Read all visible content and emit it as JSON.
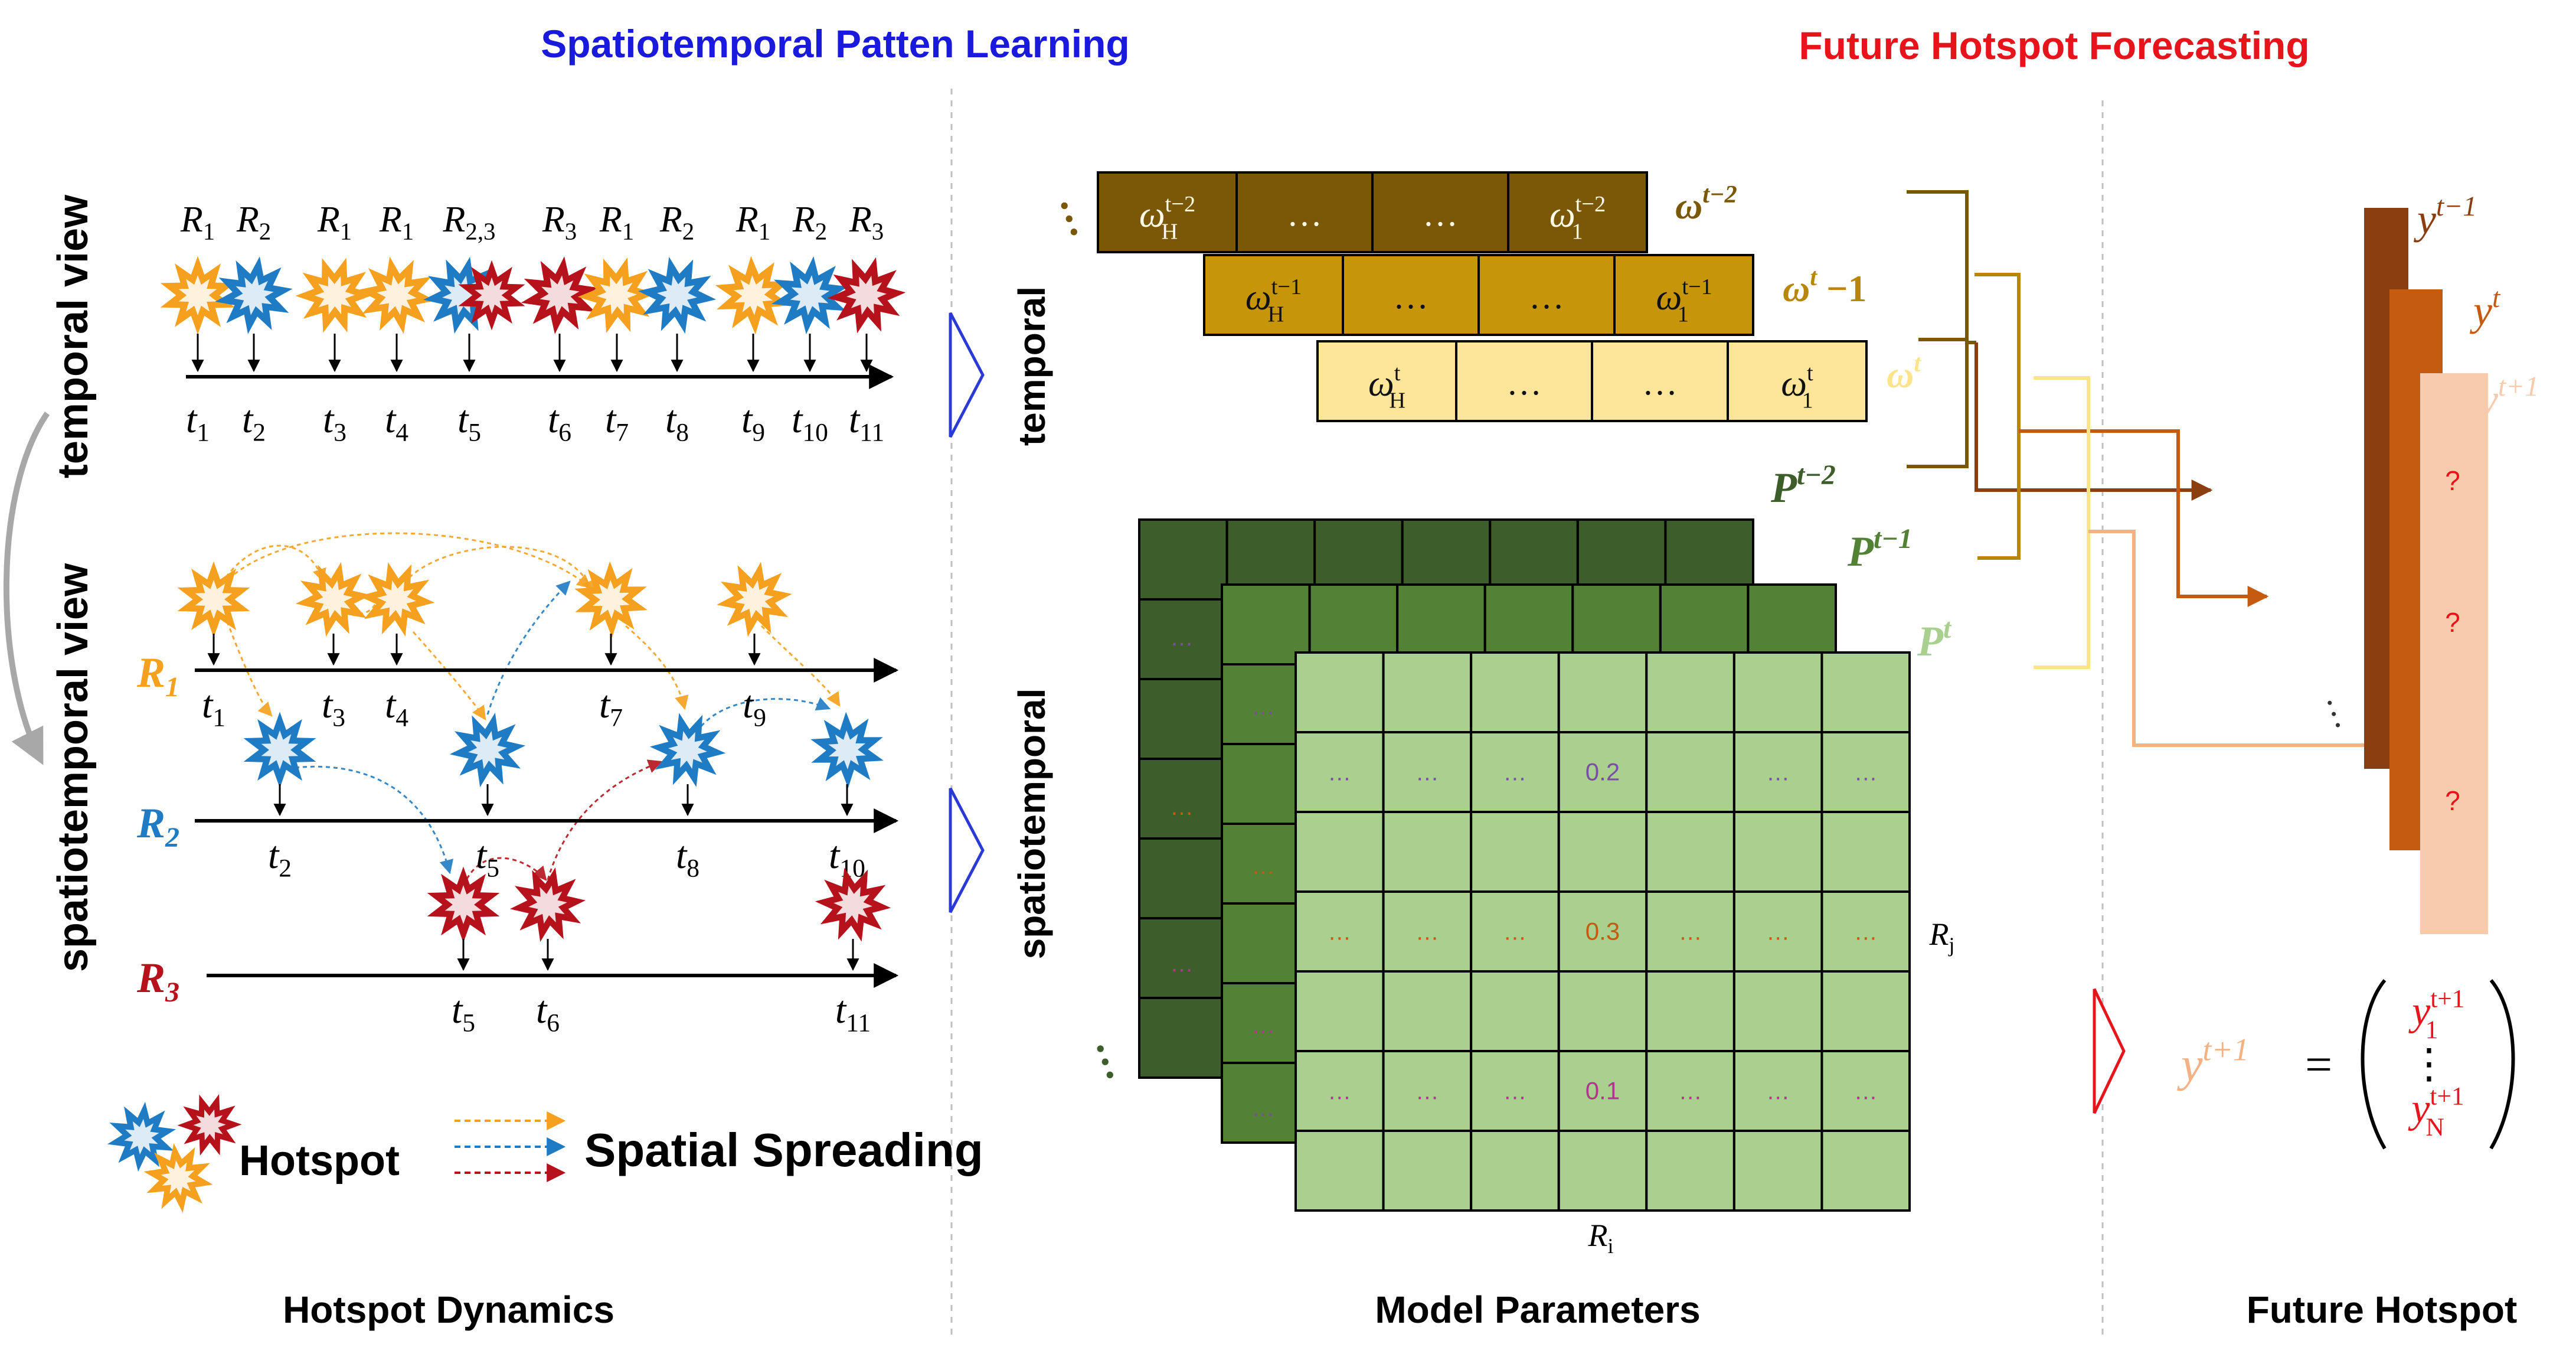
{
  "headings": {
    "left": "Spatiotemporal Patten Learning",
    "right": "Future Hotspot Forecasting"
  },
  "colors": {
    "blue_heading": "#1a1adc",
    "red_heading": "#e8141c",
    "r1_orange": "#f5a01e",
    "r2_blue": "#1f7cc4",
    "r3_red": "#b5121b",
    "omega_dark": "#7a5808",
    "omega_mid": "#c6950a",
    "omega_light": "#fde59a",
    "p_dark": "#3d5e2b",
    "p_mid": "#538135",
    "p_light": "#a9d08e",
    "y_dark": "#8b3e10",
    "y_mid": "#c55a11",
    "y_light": "#f8cbad"
  },
  "temporal_view": {
    "label": "temporal view",
    "events": [
      {
        "region": "R",
        "sub": "1",
        "kind": "r1",
        "time": "t",
        "tsub": "1"
      },
      {
        "region": "R",
        "sub": "2",
        "kind": "r2",
        "time": "t",
        "tsub": "2"
      },
      {
        "region": "R",
        "sub": "1",
        "kind": "r1",
        "time": "t",
        "tsub": "3"
      },
      {
        "region": "R",
        "sub": "1",
        "kind": "r1",
        "time": "t",
        "tsub": "4"
      },
      {
        "region": "R",
        "sub": "2,3",
        "kind": "r23",
        "time": "t",
        "tsub": "5"
      },
      {
        "region": "R",
        "sub": "3",
        "kind": "r3",
        "time": "t",
        "tsub": "6"
      },
      {
        "region": "R",
        "sub": "1",
        "kind": "r1",
        "time": "t",
        "tsub": "7"
      },
      {
        "region": "R",
        "sub": "2",
        "kind": "r2",
        "time": "t",
        "tsub": "8"
      },
      {
        "region": "R",
        "sub": "1",
        "kind": "r1",
        "time": "t",
        "tsub": "9"
      },
      {
        "region": "R",
        "sub": "2",
        "kind": "r2",
        "time": "t",
        "tsub": "10"
      },
      {
        "region": "R",
        "sub": "3",
        "kind": "r3",
        "time": "t",
        "tsub": "11"
      }
    ]
  },
  "spatiotemporal_view": {
    "label": "spatiotemporal view",
    "rows": [
      {
        "region": "R",
        "sub": "1",
        "times": [
          {
            "t": "t",
            "s": "1"
          },
          {
            "t": "t",
            "s": "3"
          },
          {
            "t": "t",
            "s": "4"
          },
          {
            "t": "t",
            "s": "7"
          },
          {
            "t": "t",
            "s": "9"
          }
        ]
      },
      {
        "region": "R",
        "sub": "2",
        "times": [
          {
            "t": "t",
            "s": "2"
          },
          {
            "t": "t",
            "s": "5"
          },
          {
            "t": "t",
            "s": "8"
          },
          {
            "t": "t",
            "s": "10"
          }
        ]
      },
      {
        "region": "R",
        "sub": "3",
        "times": [
          {
            "t": "t",
            "s": "5"
          },
          {
            "t": "t",
            "s": "6"
          },
          {
            "t": "t",
            "s": "11"
          }
        ]
      }
    ]
  },
  "legend": {
    "hotspot": "Hotspot",
    "spreading": "Spatial Spreading"
  },
  "model": {
    "temporal_label": "temporal",
    "spatiotemporal_label": "spatiotemporal",
    "omega_rows": [
      {
        "cells": [
          {
            "b": "ω",
            "sub": "H",
            "sup": "t−2"
          },
          {
            "b": "…"
          },
          {
            "b": "…"
          },
          {
            "b": "ω",
            "sub": "1",
            "sup": "t−2"
          }
        ],
        "label_b": "ω",
        "label_sup": "t−2",
        "label_after": ""
      },
      {
        "cells": [
          {
            "b": "ω",
            "sub": "H",
            "sup": "t−1"
          },
          {
            "b": "…"
          },
          {
            "b": "…"
          },
          {
            "b": "ω",
            "sub": "1",
            "sup": "t−1"
          }
        ],
        "label_b": "ω",
        "label_sup": "t",
        "label_after": " −1"
      },
      {
        "cells": [
          {
            "b": "ω",
            "sub": "H",
            "sup": "t"
          },
          {
            "b": "…"
          },
          {
            "b": "…"
          },
          {
            "b": "ω",
            "sub": "1",
            "sup": "t"
          }
        ],
        "label_b": "ω",
        "label_sup": "t",
        "label_after": ""
      }
    ],
    "omega_leading_ellipsis": "…",
    "p_labels": [
      {
        "b": "P",
        "sup": "t−2"
      },
      {
        "b": "P",
        "sup": "t−1"
      },
      {
        "b": "P",
        "sup": "t"
      }
    ],
    "matrix": {
      "dots": "…",
      "values": [
        "0.2",
        "0.3",
        "0.1"
      ],
      "col_label": {
        "b": "R",
        "sub": "i"
      },
      "row_label": {
        "b": "R",
        "sub": "j"
      }
    },
    "back_dots": "…"
  },
  "forecast": {
    "bars": [
      {
        "b": "y",
        "sup": "t−1"
      },
      {
        "b": "y",
        "sup": "t"
      },
      {
        "b": "y",
        "sup": "t+1"
      }
    ],
    "unknown": "?",
    "bar_ellipsis": "…",
    "equation": {
      "lhs_b": "y",
      "lhs_sup": "t+1",
      "eq": "=",
      "top_b": "y",
      "top_sub": "1",
      "top_sup": "t+1",
      "mid": "⋮",
      "bot_b": "y",
      "bot_sub": "N",
      "bot_sup": "t+1"
    }
  },
  "captions": {
    "left": "Hotspot Dynamics",
    "middle": "Model Parameters",
    "right": "Future Hotspot"
  }
}
